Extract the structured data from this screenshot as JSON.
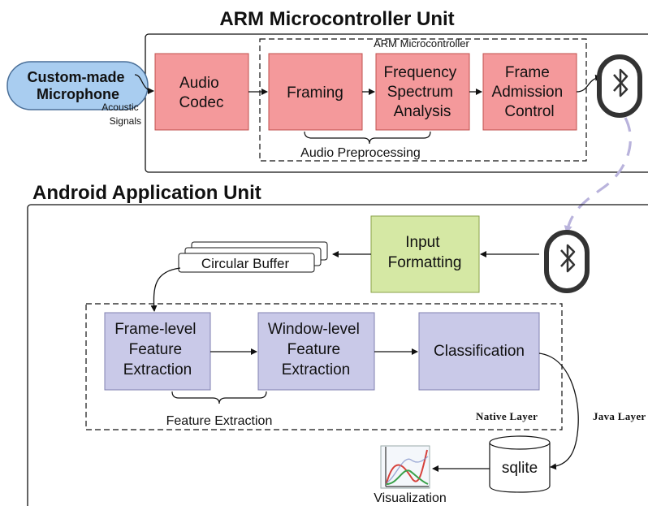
{
  "arm_unit": {
    "title": "ARM Microcontroller Unit",
    "microcontroller_label": "ARM Microcontroller",
    "microphone": [
      "Custom-made",
      "Microphone"
    ],
    "acoustic_signals": [
      "Acoustic",
      "Signals"
    ],
    "audio_codec": [
      "Audio",
      "Codec"
    ],
    "framing": [
      "Framing"
    ],
    "spectrum": [
      "Frequency",
      "Spectrum",
      "Analysis"
    ],
    "admission": [
      "Frame",
      "Admission",
      "Control"
    ],
    "preprocessing_label": "Audio Preprocessing"
  },
  "android_unit": {
    "title": "Android Application Unit",
    "input_formatting": [
      "Input",
      "Formatting"
    ],
    "circular_buffer": "Circular Buffer",
    "frame_feature": [
      "Frame-level",
      "Feature",
      "Extraction"
    ],
    "window_feature": [
      "Window-level",
      "Feature",
      "Extraction"
    ],
    "classification": [
      "Classification"
    ],
    "feature_extraction_label": "Feature Extraction",
    "native_layer": "Native Layer",
    "java_layer": "Java Layer",
    "sqlite": "sqlite",
    "visualization": "Visualization"
  },
  "colors": {
    "pink_box": "#f4999b",
    "pink_border": "#c0504d",
    "green_box": "#d5e8a4",
    "green_border": "#8aa24a",
    "purple_box": "#c9c9e8",
    "purple_border": "#8080b0",
    "mic_fill": "#a9cdf0",
    "mic_border": "#4a6f98",
    "bt_link": "#b9b3dc"
  },
  "icons": [
    "bluetooth-icon",
    "database-icon",
    "visualization-chart-icon"
  ]
}
